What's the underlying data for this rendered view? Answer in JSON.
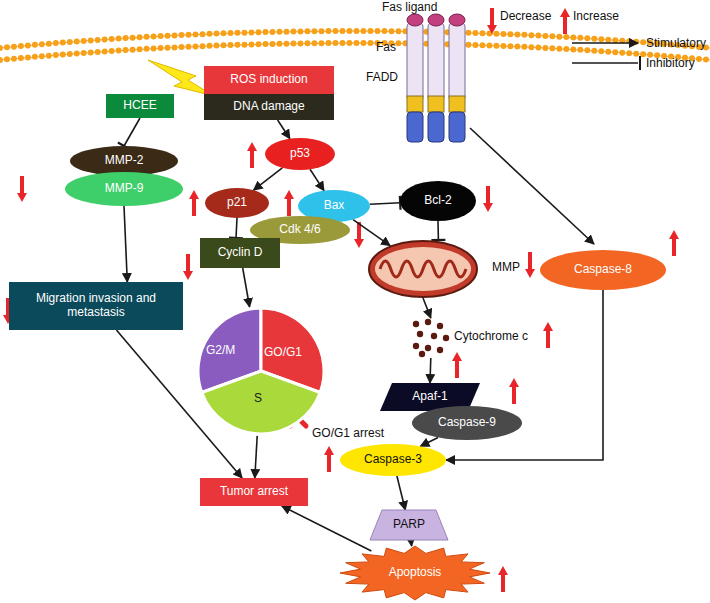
{
  "diagram": {
    "nodes": [
      {
        "text": [
          "ROS induction"
        ]
      },
      {
        "text": [
          "DNA damage"
        ]
      },
      {
        "text": [
          "HCEE"
        ]
      },
      {
        "text": [
          "p53"
        ]
      },
      {
        "text": [
          "MMP-2"
        ]
      },
      {
        "text": [
          "MMP-9"
        ]
      },
      {
        "text": [
          "p21"
        ]
      },
      {
        "text": [
          "Bax"
        ]
      },
      {
        "text": [
          "Bcl-2"
        ]
      },
      {
        "text": [
          "Cdk 4/6"
        ]
      },
      {
        "text": [
          "Cyclin D"
        ]
      },
      {
        "text": [
          "MMP"
        ]
      },
      {
        "text": [
          "Migration invasion and metastasis"
        ]
      },
      {
        "text": [
          "G2/M",
          "GO/G1",
          "S"
        ]
      },
      {
        "text": [
          "Caspase-8"
        ]
      },
      {
        "text": [
          "Cytochrome c"
        ]
      },
      {
        "text": [
          "Apaf-1"
        ]
      },
      {
        "text": [
          "Caspase-9"
        ]
      },
      {
        "text": [
          "Caspase-3"
        ]
      },
      {
        "text": [
          "Tumor arrest"
        ]
      },
      {
        "text": [
          "PARP"
        ]
      },
      {
        "text": [
          "Apoptosis"
        ]
      }
    ],
    "edges": [
      {
        "from": 2,
        "to": 4,
        "arrow": "none"
      },
      {
        "from": 1,
        "to": 3,
        "arrow": "to"
      },
      {
        "from": 3,
        "to": 6,
        "arrow": "to"
      },
      {
        "from": 3,
        "to": 7,
        "arrow": "to"
      },
      {
        "from": 6,
        "to": 10,
        "arrow": "none"
      },
      {
        "from": 7,
        "to": 8,
        "arrow": "none"
      },
      {
        "from": 7,
        "to": 11,
        "arrow": "to"
      },
      {
        "from": 8,
        "to": 11,
        "arrow": "none"
      },
      {
        "from": 5,
        "to": 12,
        "arrow": "to"
      },
      {
        "from": 10,
        "to": 13,
        "arrow": "to"
      },
      {
        "from": 12,
        "to": 19,
        "arrow": "to"
      },
      {
        "from": 13,
        "to": 19,
        "arrow": "to"
      },
      {
        "from": 11,
        "to": 15,
        "arrow": "to"
      },
      {
        "from": 15,
        "to": 16,
        "arrow": "to"
      },
      {
        "from": 17,
        "to": 18,
        "arrow": "to"
      },
      {
        "from": 14,
        "to": 18,
        "arrow": "to"
      },
      {
        "from": 18,
        "to": 20,
        "arrow": "to"
      },
      {
        "from": 20,
        "to": 21,
        "arrow": "to"
      },
      {
        "from": 21,
        "to": 19,
        "arrow": "to"
      }
    ],
    "labels": [
      "Fas ligand",
      "Fas",
      "FADD",
      "GO/G1 arrest"
    ],
    "legend": [
      {
        "text": "Decrease"
      },
      {
        "text": "Increase"
      },
      {
        "text": "Stimulatory"
      },
      {
        "text": "Inhibitory"
      }
    ]
  }
}
